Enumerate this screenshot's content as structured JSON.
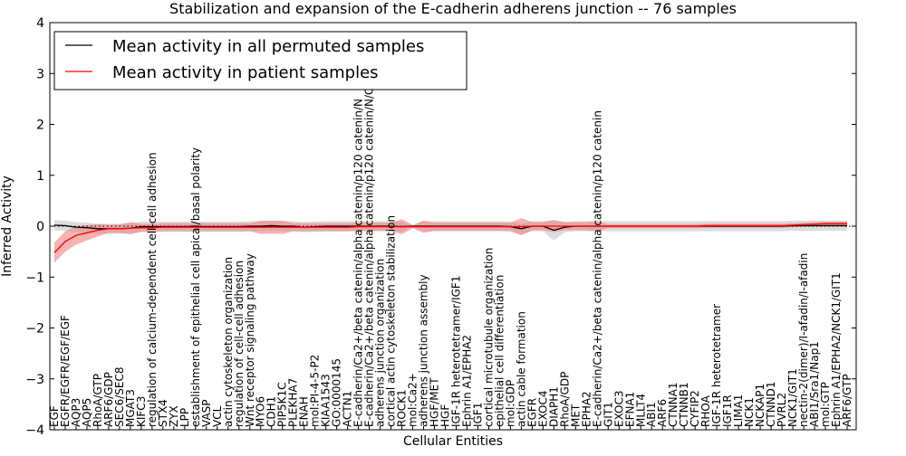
{
  "chart_data": {
    "type": "line",
    "title": "Stabilization and expansion of the E-cadherin adherens junction -- 76 samples",
    "xlabel": "Cellular Entities",
    "ylabel": "Inferred Activity",
    "ylim": [
      -4,
      4
    ],
    "yticks": [
      "-4",
      "-3",
      "-2",
      "-1",
      "0",
      "1",
      "2",
      "3",
      "4"
    ],
    "grid": false,
    "legend": {
      "placement": "top-left",
      "entries": [
        "Mean activity in all permuted samples",
        "Mean activity in patient samples"
      ]
    },
    "colors": {
      "permuted": "#000000",
      "patient": "#ff0000",
      "permuted_band": "#bbbbbb",
      "patient_band": "#f08080"
    },
    "categories": [
      "EGF",
      "EGFR/EGFR/EGF/EGF",
      "AQP3",
      "AQP5",
      "RhoA/GTP",
      "ARF6/GDP",
      "SEC6/SEC8",
      "MGAT3",
      "KIFC3",
      "regulation of calcium-dependent cell-cell adhesion",
      "STX4",
      "ZYX",
      "LPP",
      "establishment of epithelial cell apical/basal polarity",
      "VASP",
      "VCL",
      "actin cytoskeleton organization",
      "regulation of cell-cell adhesion",
      "Wnt receptor signaling pathway",
      "MYO6",
      "CDH1",
      "PIP5K1C",
      "PLEKHA7",
      "ENAH",
      "mol:PI-4-5-P2",
      "KIAA1543",
      "GO:0000145",
      "ACTN1",
      "E-cadherin/Ca2+/beta catenin/alpha catenin/p120 catenin/N",
      "E-cadherin/Ca2+/beta catenin/alpha catenin/p120 catenin/N/C",
      "adherens junction organization",
      "cortical actin cytoskeleton stabilization",
      "ROCK1",
      "mol:Ca2+",
      "adherens junction assembly",
      "HGF/MET",
      "HGF",
      "IGF-1R heterotetramer/IGF1",
      "Ephrin A1/EPHA2",
      "IGF1",
      "cortical microtubule organization",
      "epithelial cell differentiation",
      "mol:GDP",
      "actin cable formation",
      "EGFR",
      "EXOC4",
      "DIAPH1",
      "RhoA/GDP",
      "MET",
      "EPHA2",
      "E-cadherin/Ca2+/beta catenin/alpha catenin/p120 catenin",
      "GIT1",
      "EXOC3",
      "EFNA1",
      "MLLT4",
      "ABI1",
      "ARF6",
      "CTNNA1",
      "CTNNB1",
      "CYFIP2",
      "RHOA",
      "IGF-1R heterotetramer",
      "IGF1R",
      "LIMA1",
      "NCK1",
      "NCKAP1",
      "CTNND1",
      "PVRL2",
      "NCK1/GIT1",
      "nectin-2(dimer)/I-afadin/I-afadin",
      "ABI1/Sra1/Nap1",
      "mol:GTP",
      "Ephrin A1/EPHA2/NCK1/GIT1",
      "ARF6/GTP"
    ],
    "series": [
      {
        "name": "Mean activity in all permuted samples",
        "values": [
          0.02,
          0.01,
          -0.02,
          -0.03,
          -0.05,
          -0.05,
          -0.05,
          -0.04,
          -0.01,
          -0.01,
          -0.01,
          -0.01,
          -0.01,
          -0.01,
          -0.01,
          -0.01,
          -0.01,
          -0.01,
          0,
          0,
          0.01,
          0,
          0,
          -0.02,
          -0.01,
          0,
          0,
          0,
          0,
          0,
          0,
          0,
          -0.01,
          0,
          0,
          0,
          0,
          0,
          0,
          0,
          0,
          0,
          -0.01,
          -0.05,
          0,
          0,
          -0.08,
          -0.02,
          0,
          0,
          0,
          0,
          0,
          0,
          0,
          0,
          0,
          0,
          0,
          0,
          0,
          0,
          0,
          0,
          0,
          0,
          0,
          0,
          0.01,
          0.01,
          0.01,
          0.01,
          0.01,
          0.01
        ],
        "band": [
          0.1,
          0.1,
          0.1,
          0.1,
          0.1,
          0.1,
          0.1,
          0.1,
          0.1,
          0.1,
          0.1,
          0.1,
          0.1,
          0.1,
          0.1,
          0.1,
          0.1,
          0.1,
          0.1,
          0.1,
          0.1,
          0.1,
          0.1,
          0.1,
          0.1,
          0.1,
          0.1,
          0.1,
          0.1,
          0.1,
          0.1,
          0.1,
          0.1,
          0.02,
          0.1,
          0.1,
          0.1,
          0.1,
          0.1,
          0.1,
          0.1,
          0.1,
          0.1,
          0.1,
          0.1,
          0.1,
          0.2,
          0.1,
          0.1,
          0.1,
          0.1,
          0.1,
          0.1,
          0.1,
          0.1,
          0.1,
          0.1,
          0.1,
          0.1,
          0.1,
          0.1,
          0.1,
          0.1,
          0.1,
          0.1,
          0.1,
          0.1,
          0.1,
          0.1,
          0.1,
          0.1,
          0.1,
          0.1,
          0.1
        ]
      },
      {
        "name": "Mean activity in patient samples",
        "values": [
          -0.52,
          -0.3,
          -0.18,
          -0.13,
          -0.08,
          -0.05,
          -0.05,
          -0.04,
          -0.03,
          -0.03,
          -0.02,
          -0.02,
          -0.02,
          -0.02,
          -0.02,
          -0.02,
          -0.02,
          -0.02,
          -0.02,
          -0.02,
          -0.02,
          -0.02,
          -0.02,
          -0.02,
          -0.02,
          -0.02,
          -0.02,
          -0.02,
          -0.01,
          -0.01,
          -0.01,
          -0.01,
          -0.01,
          -0.01,
          -0.01,
          -0.01,
          -0.01,
          -0.01,
          -0.01,
          -0.01,
          -0.01,
          -0.01,
          -0.01,
          -0.01,
          0,
          0,
          0,
          0,
          0,
          0,
          0,
          0,
          0,
          0,
          0,
          0,
          0,
          0,
          0,
          0,
          0.01,
          0.01,
          0.01,
          0.01,
          0.01,
          0.01,
          0.01,
          0.01,
          0.02,
          0.03,
          0.04,
          0.05,
          0.05,
          0.05
        ],
        "band": [
          0.2,
          0.2,
          0.18,
          0.15,
          0.12,
          0.08,
          0.08,
          0.12,
          0.08,
          0.08,
          0.08,
          0.08,
          0.08,
          0.08,
          0.08,
          0.08,
          0.08,
          0.08,
          0.08,
          0.13,
          0.13,
          0.13,
          0.08,
          0.08,
          0.08,
          0.08,
          0.08,
          0.08,
          0.08,
          0.08,
          0.08,
          0.08,
          0.15,
          0.03,
          0.12,
          0.08,
          0.08,
          0.08,
          0.08,
          0.08,
          0.08,
          0.08,
          0.08,
          0.17,
          0.08,
          0.08,
          0.12,
          0.08,
          0.08,
          0.08,
          0.1,
          0.04,
          0.04,
          0.04,
          0.04,
          0.04,
          0.04,
          0.04,
          0.04,
          0.04,
          0.04,
          0.04,
          0.04,
          0.04,
          0.04,
          0.04,
          0.04,
          0.04,
          0.04,
          0.04,
          0.04,
          0.04,
          0.04,
          0.04
        ]
      }
    ]
  }
}
